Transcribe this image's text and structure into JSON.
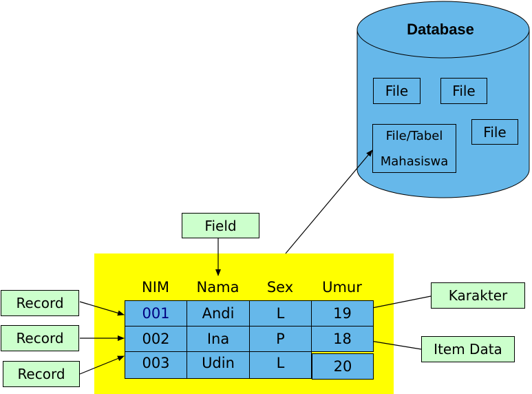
{
  "database": {
    "title": "Database",
    "files": [
      "File",
      "File",
      "File"
    ],
    "table_file_line1": "File/Tabel",
    "table_file_line2": "Mahasiswa",
    "fill_color": "#66b8ea"
  },
  "labels": {
    "field": "Field",
    "records": [
      "Record",
      "Record",
      "Record"
    ],
    "karakter": "Karakter",
    "item_data": "Item Data"
  },
  "table": {
    "headers": [
      "NIM",
      "Nama",
      "Sex",
      "Umur"
    ],
    "rows": [
      [
        "001",
        "Andi",
        "L",
        "19"
      ],
      [
        "002",
        "Ina",
        "P",
        "18"
      ],
      [
        "003",
        "Udin",
        "L",
        "20"
      ]
    ],
    "background": "#ffff00"
  }
}
